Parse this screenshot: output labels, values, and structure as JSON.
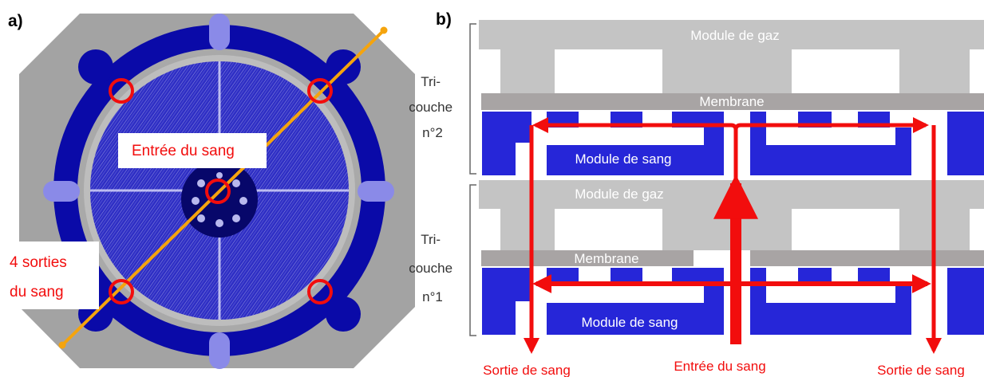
{
  "panel_a": {
    "label": "a)",
    "inlet_label": "Entrée du sang",
    "outlets_label_line1": "4  sorties",
    "outlets_label_line2": "du sang"
  },
  "panel_b": {
    "label": "b)",
    "gas_module_top": "Module de gaz",
    "membrane_top": "Membrane",
    "blood_module_top": "Module de sang",
    "gas_module_middle": "Module de gaz",
    "membrane_bottom": "Membrane",
    "blood_module_bottom": "Module de sang",
    "tri_layer_2": [
      "Tri-",
      "couche",
      "n°2"
    ],
    "tri_layer_1": [
      "Tri-",
      "couche",
      "n°1"
    ],
    "outlet_left": "Sortie de sang",
    "inlet_center": "Entrée du sang",
    "outlet_right": "Sortie de sang"
  },
  "colors": {
    "blood_blue": "#2626d8",
    "dark_blue": "#0a0aa8",
    "gas_gray": "#c4c4c4",
    "membrane_gray": "#a8a4a4",
    "flow_red": "#f20d0d",
    "axis_orange": "#f5a40d",
    "outer_gray": "#a3a3a3"
  }
}
